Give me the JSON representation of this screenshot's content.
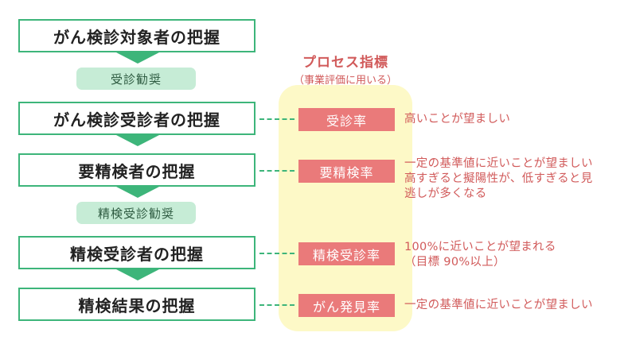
{
  "steps": [
    "がん検診対象者の把握",
    "がん検診受診者の把握",
    "要精検者の把握",
    "精検受診者の把握",
    "精検結果の把握"
  ],
  "pills": [
    "受診勧奨",
    "精検受診勧奨"
  ],
  "process_indicator": {
    "title": "プロセス指標",
    "subtitle": "（事業評価に用いる）"
  },
  "metrics": [
    {
      "label": "受診率",
      "description": "高いことが望ましい"
    },
    {
      "label": "要精検率",
      "description": "一定の基準値に近いことが望ましい\n高すぎると擬陽性が、低すぎると見\n逃しが多くなる"
    },
    {
      "label": "精検受診率",
      "description": "100%に近いことが望まれる\n（目標 90%以上）"
    },
    {
      "label": "がん発見率",
      "description": "一定の基準値に近いことが望ましい"
    }
  ],
  "colors": {
    "step_border": "#3db57a",
    "pill_bg": "#c6ecd6",
    "indicator_column": "#fdf9c7",
    "metric_bg": "#ea7a7a",
    "text_accent": "#d15a5a"
  }
}
